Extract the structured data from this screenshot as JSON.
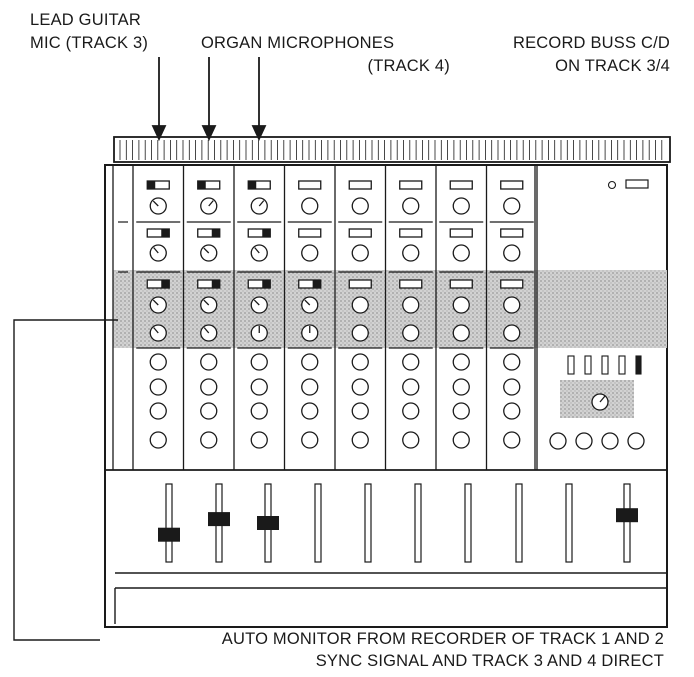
{
  "labels": {
    "lead_guitar_line1": "LEAD GUITAR",
    "lead_guitar_line2": "MIC (TRACK 3)",
    "organ_line1": "ORGAN MICROPHONES",
    "organ_line2": "(TRACK 4)",
    "record_buss_line1": "RECORD BUSS C/D",
    "record_buss_line2": "ON TRACK 3/4",
    "auto_monitor_line1": "AUTO MONITOR FROM RECORDER OF TRACK 1 AND 2",
    "auto_monitor_line2": "SYNC SIGNAL AND TRACK 3 AND 4 DIRECT"
  },
  "mixer": {
    "input_channels": 8,
    "master_meter_bars": 5,
    "master_buttons": 4,
    "fader_levels": [
      0.35,
      0.55,
      0.5,
      null,
      null,
      null,
      null,
      null,
      null,
      0.6
    ]
  },
  "colors": {
    "ink": "#1a1a1a",
    "highlight": "#c9c9c9"
  }
}
